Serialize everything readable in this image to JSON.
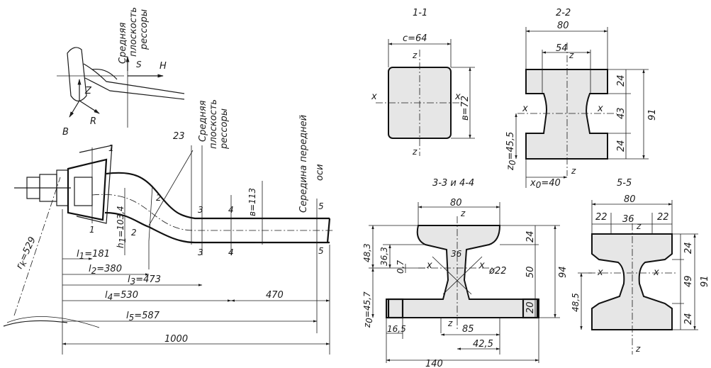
{
  "side_view": {
    "label_middle_plane_top_1": "Средняя",
    "label_middle_plane_top_2": "плоскость",
    "label_middle_plane_top_3": "рессоры",
    "label_middle_plane_1": "Средняя",
    "label_middle_plane_2": "плоскость",
    "label_middle_plane_3": "рессоры",
    "label_axle_middle_1": "Середина передней",
    "label_axle_middle_2": "оси",
    "force_s": "S",
    "force_h": "H",
    "force_z": "Z",
    "force_r": "R",
    "force_b": "B",
    "r_k": "r",
    "r_k_sub": "k",
    "r_k_val": "=529",
    "h1": "h",
    "h1_sub": "1",
    "h1_val": "=103,4",
    "angle": "23",
    "b_val": "в=113",
    "l1": "l",
    "l1_sub": "1",
    "l1_val": "=181",
    "l2": "l",
    "l2_sub": "2",
    "l2_val": "=380",
    "l3": "l",
    "l3_sub": "3",
    "l3_val": "=473",
    "l4": "l",
    "l4_sub": "4",
    "l4_val": "=530",
    "l5": "l",
    "l5_sub": "5",
    "l5_val": "=587",
    "dim_470": "470",
    "dim_1000": "1000",
    "sec_marks": [
      "1",
      "1",
      "2",
      "2",
      "3",
      "3",
      "4",
      "4",
      "5",
      "5"
    ]
  },
  "section_1_1": {
    "title": "1-1",
    "width": "с=64",
    "height": "в=72",
    "x": "x",
    "z": "z"
  },
  "section_2_2": {
    "title": "2-2",
    "width_top": "80",
    "width_web": "54",
    "flange_top": "24",
    "web": "43",
    "flange_bot": "24",
    "total": "91",
    "z0": "z",
    "z0_sub": "0",
    "z0_val": "=45,5",
    "x0": "x",
    "x0_sub": "0",
    "x0_val": "=40",
    "x": "x",
    "z": "z"
  },
  "section_3_3": {
    "title": "3-3 и 4-4",
    "width_top": "80",
    "web_w": "36",
    "flange_top": "24",
    "web_h": "50",
    "flange_bot": "20",
    "total": "94",
    "hole": "ø22",
    "bottom_w": "140",
    "bot_a": "16,5",
    "bot_b": "85",
    "bot_c": "42,5",
    "h_483": "48,3",
    "h_363": "36,3",
    "h_07": "0,7",
    "z0": "z",
    "z0_sub": "0",
    "z0_val": "=45,7",
    "x": "x",
    "z": "z"
  },
  "section_5_5": {
    "title": "5-5",
    "width_top": "80",
    "left": "22",
    "web": "36",
    "right": "22",
    "flange_top": "24",
    "web_h": "49",
    "flange_bot": "24",
    "total": "91",
    "z_485": "48,5",
    "x": "x",
    "z": "z"
  }
}
